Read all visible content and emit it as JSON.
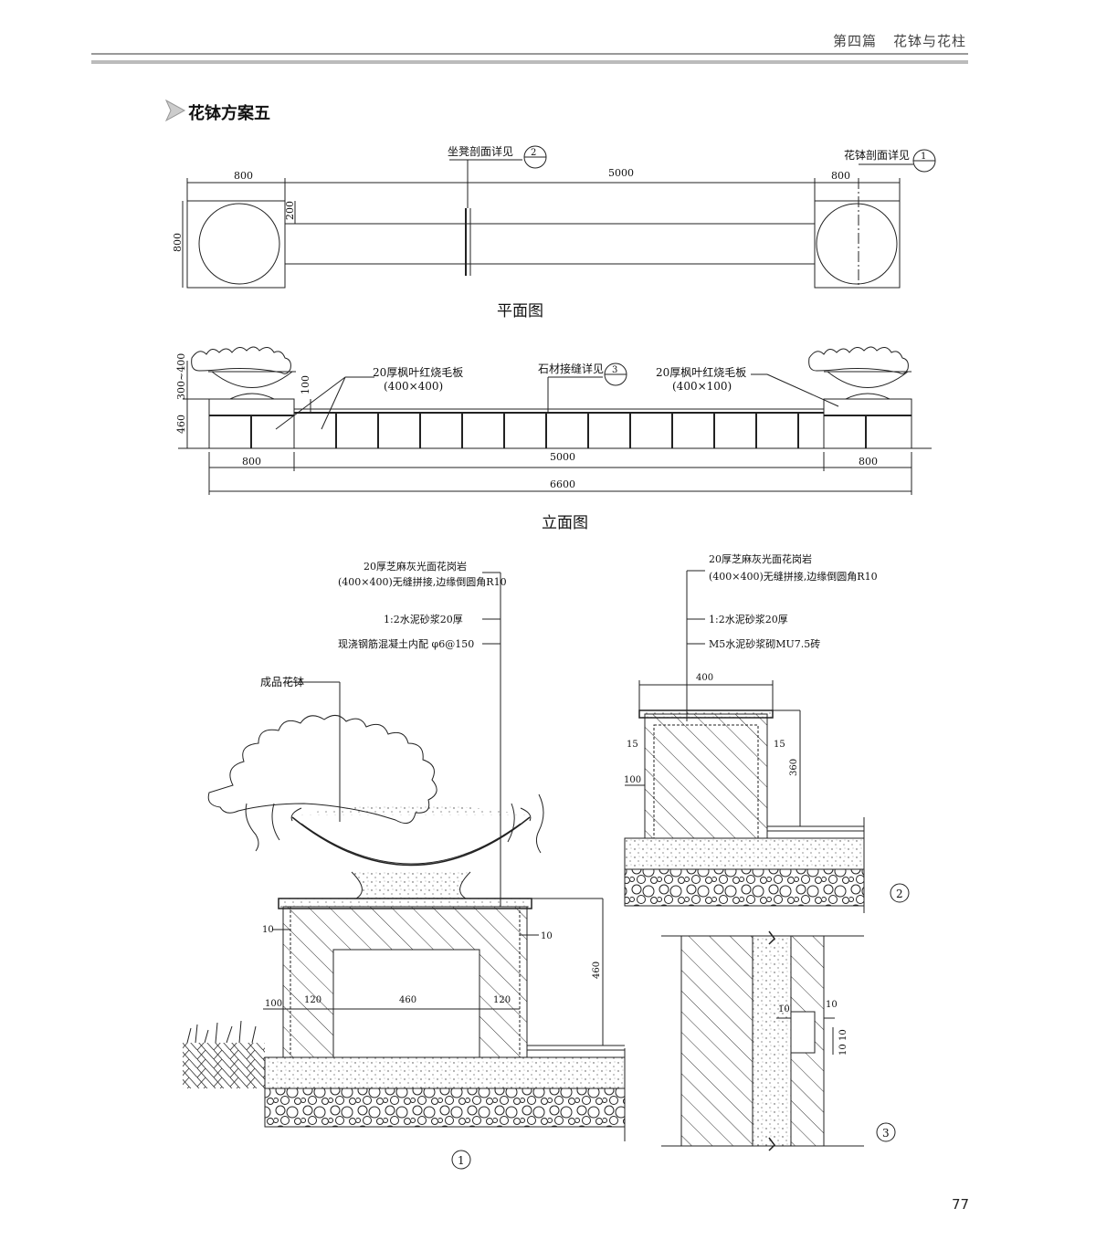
{
  "header": {
    "part": "第四篇",
    "section": "花钵与花柱"
  },
  "title": "花钵方案五",
  "page_number": "77",
  "plan": {
    "ref_bench": "坐凳剖面详见",
    "ref_bench_num": "2",
    "ref_pot": "花钵剖面详见",
    "ref_pot_num": "1",
    "dim_left": "800",
    "dim_mid": "5000",
    "dim_right": "800",
    "dim_side": "800",
    "dim_seat": "200",
    "caption": "平面图"
  },
  "elevation": {
    "label_left_1": "20厚枫叶红烧毛板",
    "label_left_2": "(400×400)",
    "label_joint": "石材接缝详见",
    "label_joint_num": "3",
    "label_right_1": "20厚枫叶红烧毛板",
    "label_right_2": "(400×100)",
    "dim_pot_h": "300~400",
    "dim_base_h": "460",
    "dim_cap": "100",
    "dim_left": "800",
    "dim_mid": "5000",
    "dim_right": "800",
    "dim_total": "6600",
    "caption": "立面图"
  },
  "section1": {
    "label_1": "20厚芝麻灰光面花岗岩",
    "label_2": "(400×400)无缝拼接,边缘倒圆角R10",
    "label_3": "1:2水泥砂浆20厚",
    "label_4": "现浇钢筋混凝土内配 φ6@150",
    "label_pot": "成品花钵",
    "dim_10a": "10",
    "dim_10b": "10",
    "dim_100": "100",
    "dim_120a": "120",
    "dim_460w": "460",
    "dim_120b": "120",
    "dim_460h": "460",
    "num": "1"
  },
  "section2": {
    "label_1": "20厚芝麻灰光面花岗岩",
    "label_2": "(400×400)无缝拼接,边缘倒圆角R10",
    "label_3": "1:2水泥砂浆20厚",
    "label_4": "M5水泥砂浆砌MU7.5砖",
    "dim_400": "400",
    "dim_15a": "15",
    "dim_15b": "15",
    "dim_100": "100",
    "dim_360": "360",
    "num": "2"
  },
  "section3": {
    "dim_10a": "10",
    "dim_10b": "10",
    "dim_10c": "10",
    "dim_10d": "10",
    "num": "3"
  }
}
